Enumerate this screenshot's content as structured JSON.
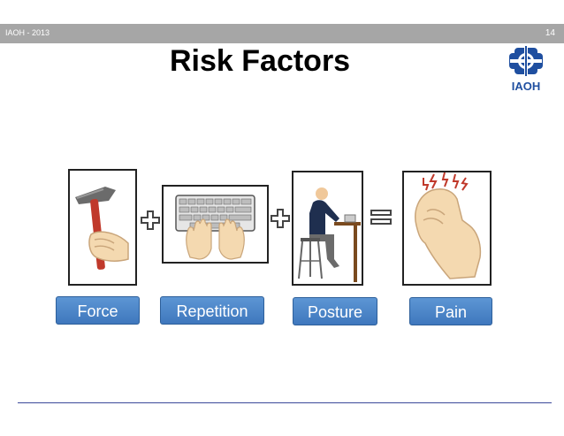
{
  "header": {
    "org": "IAOH - 2013",
    "page_number": "14"
  },
  "title": "Risk Factors",
  "logo": {
    "text": "IAOH",
    "icon": "iaoh-emblem-icon",
    "color": "#1f4fa0"
  },
  "factors": [
    {
      "label": "Force",
      "icon": "hammer-icon"
    },
    {
      "label": "Repetition",
      "icon": "keyboard-typing-icon"
    },
    {
      "label": "Posture",
      "icon": "seated-worker-icon"
    },
    {
      "label": "Pain",
      "icon": "painful-hand-icon"
    }
  ],
  "operators": [
    "plus-icon",
    "plus-icon",
    "equals-icon"
  ],
  "colors": {
    "label_bg": "#4a85c8",
    "header_bar": "#a6a6a6",
    "rule": "#3b4a9a"
  }
}
